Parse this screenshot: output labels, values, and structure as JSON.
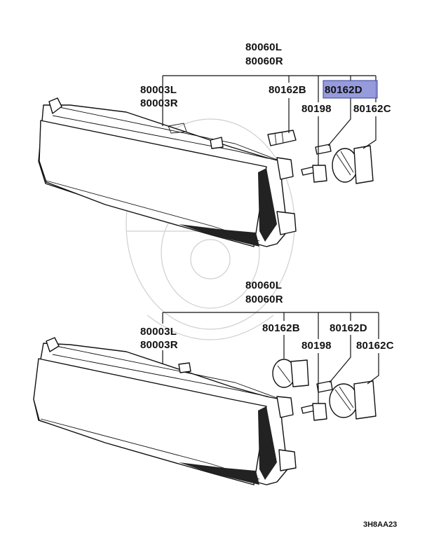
{
  "top_assembly": {
    "label_l": "80060L",
    "label_r": "80060R",
    "housing_l": "80003L",
    "housing_r": "80003R",
    "bulb_b": "80162B",
    "bulb_d": "80162D",
    "bulb_c": "80162C",
    "screw": "80198"
  },
  "bottom_assembly": {
    "label_l": "80060L",
    "label_r": "80060R",
    "housing_l": "80003L",
    "housing_r": "80003R",
    "bulb_b": "80162B",
    "bulb_d": "80162D",
    "bulb_c": "80162C",
    "screw": "80198"
  },
  "highlight": {
    "part": "80162D",
    "color": "#8a90d8"
  },
  "diagram_ref": "3H8AA23"
}
